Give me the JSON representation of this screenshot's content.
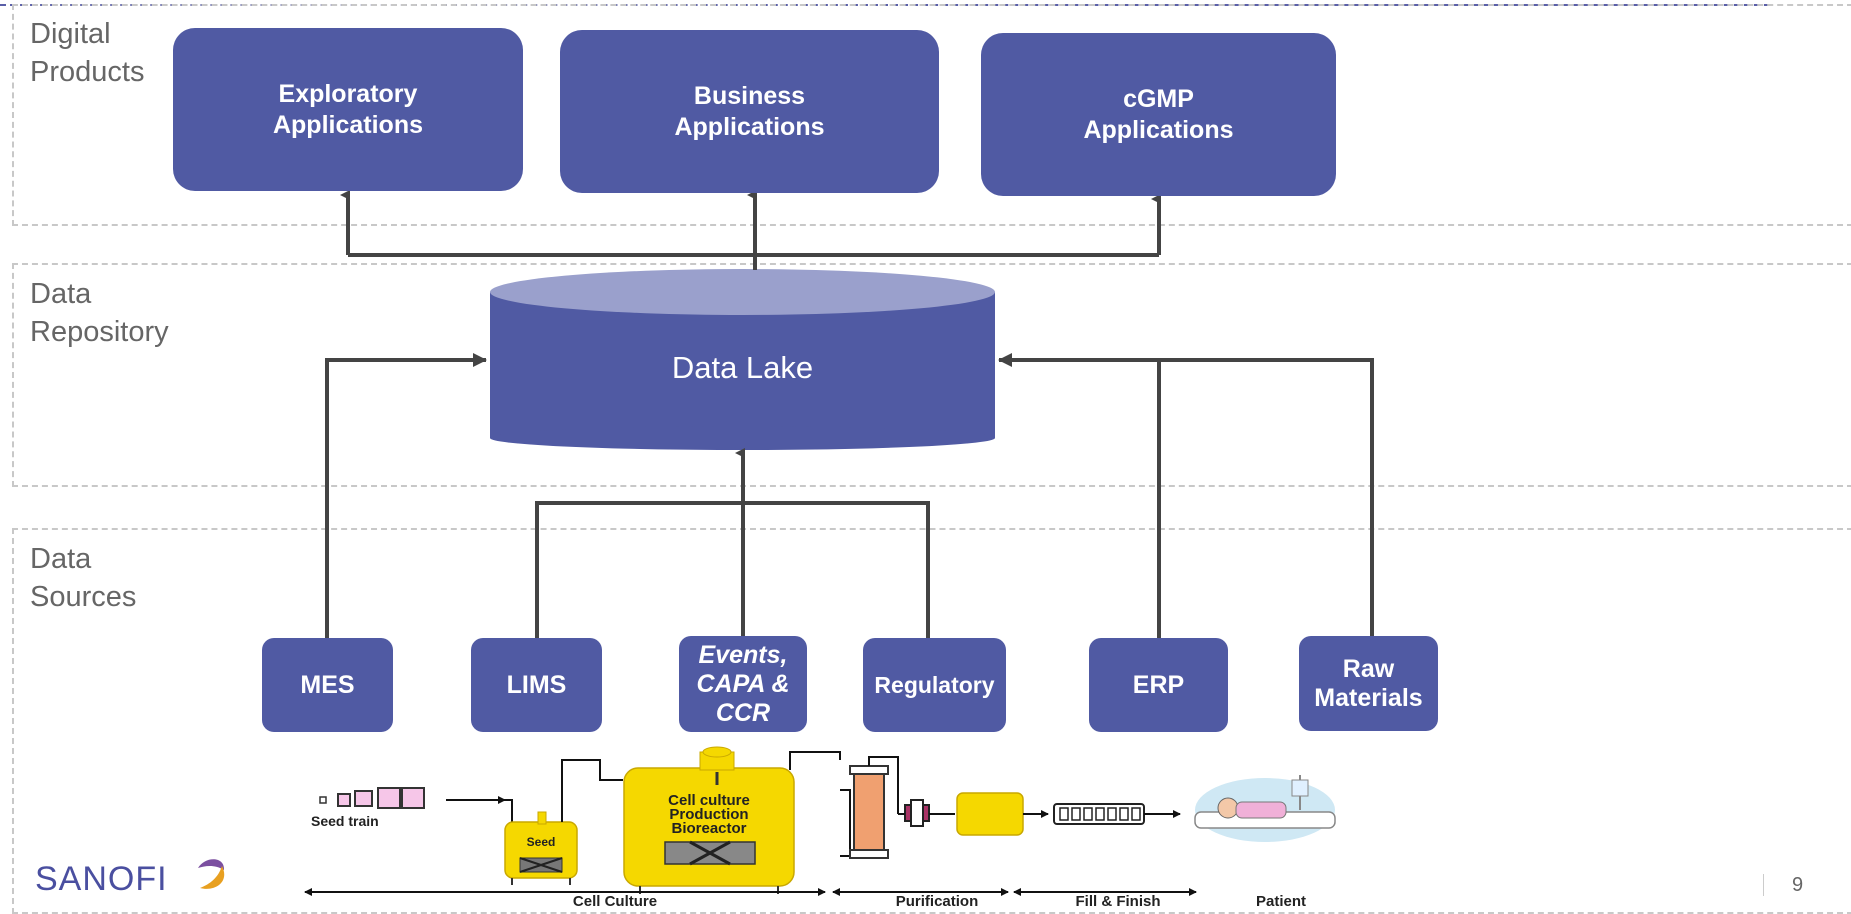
{
  "bands": {
    "digital_products": "Digital\nProducts",
    "data_repository": "Data\nRepository",
    "data_sources": "Data\nSources"
  },
  "products": {
    "exploratory": "Exploratory\nApplications",
    "business": "Business\nApplications",
    "cgmp": "cGMP\nApplications"
  },
  "repository": {
    "data_lake": "Data Lake"
  },
  "sources": {
    "mes": "MES",
    "lims": "LIMS",
    "events": "Events,\nCAPA &\nCCR",
    "regulatory": "Regulatory",
    "erp": "ERP",
    "raw_materials": "Raw\nMaterials"
  },
  "process": {
    "seed_train": "Seed train",
    "seed": "Seed",
    "bioreactor_line1": "Cell culture",
    "bioreactor_line2": "Production",
    "bioreactor_line3": "Bioreactor",
    "stage_cell_culture": "Cell Culture",
    "stage_purification": "Purification",
    "stage_fill_finish": "Fill & Finish",
    "stage_patient": "Patient"
  },
  "footer": {
    "logo": "SANOFI",
    "page_number": "9"
  },
  "colors": {
    "box": "#505aa3",
    "lake_top": "#9aa0cc",
    "connector": "#444444",
    "band_border": "#c8c8c8",
    "equipment_yellow": "#f5d800"
  }
}
